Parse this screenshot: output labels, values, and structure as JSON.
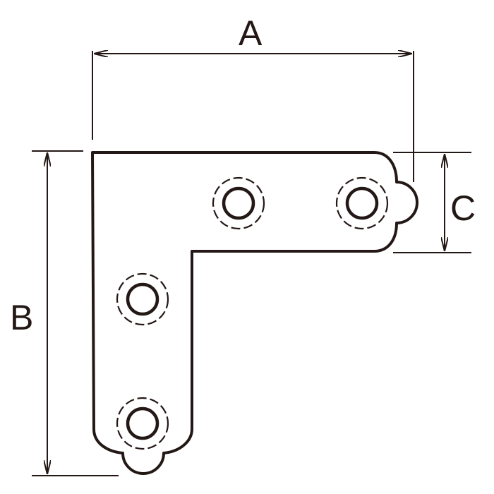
{
  "diagram": {
    "dimensions": {
      "a": "A",
      "b": "B",
      "c": "C"
    },
    "line_color": "#231815",
    "background_color": "#ffffff"
  }
}
